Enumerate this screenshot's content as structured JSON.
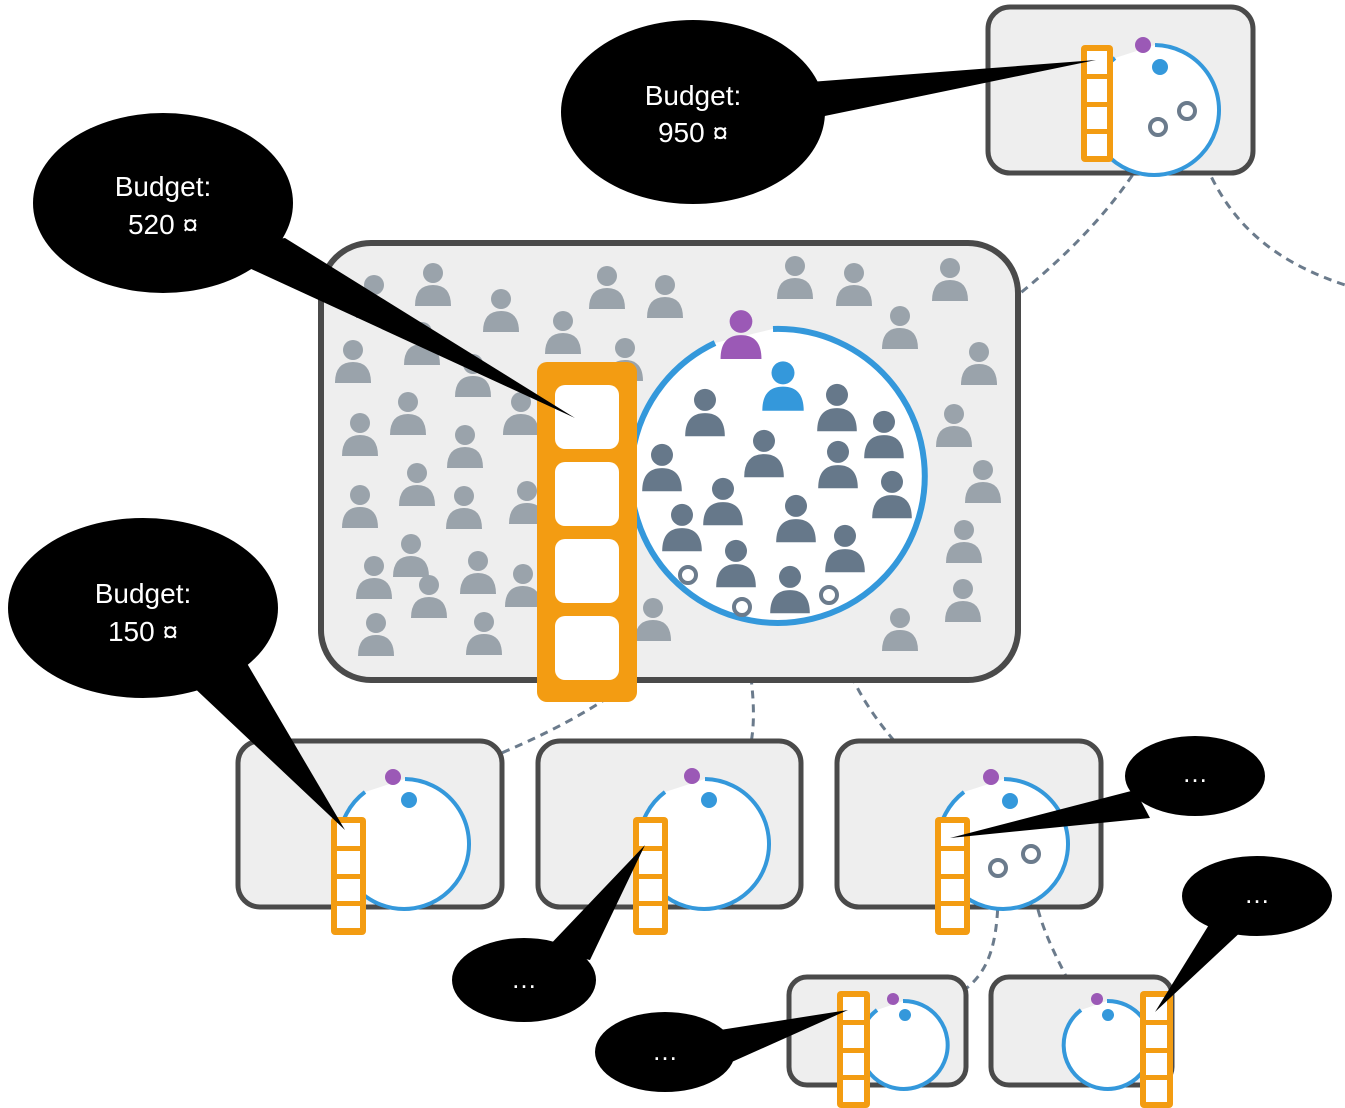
{
  "bubbles": {
    "top": {
      "line1": "Budget:",
      "line2": "950 ¤"
    },
    "left_upper": {
      "line1": "Budget:",
      "line2": "520 ¤"
    },
    "left_lower": {
      "line1": "Budget:",
      "line2": "150 ¤"
    },
    "ellipsis_right_upper": "…",
    "ellipsis_right_lower": "…",
    "ellipsis_middle": "…",
    "ellipsis_bottom": "…"
  },
  "colors": {
    "box_fill": "#eeeeee",
    "box_stroke": "#4a4a4a",
    "budget_orange": "#f39c12",
    "circle_blue": "#3498db",
    "person_purple": "#9b59b6",
    "person_blue": "#3498db",
    "person_gray": "#9aa3ab",
    "person_dark": "#66788a",
    "connector": "#6b7b8c",
    "bubble": "#000000"
  }
}
